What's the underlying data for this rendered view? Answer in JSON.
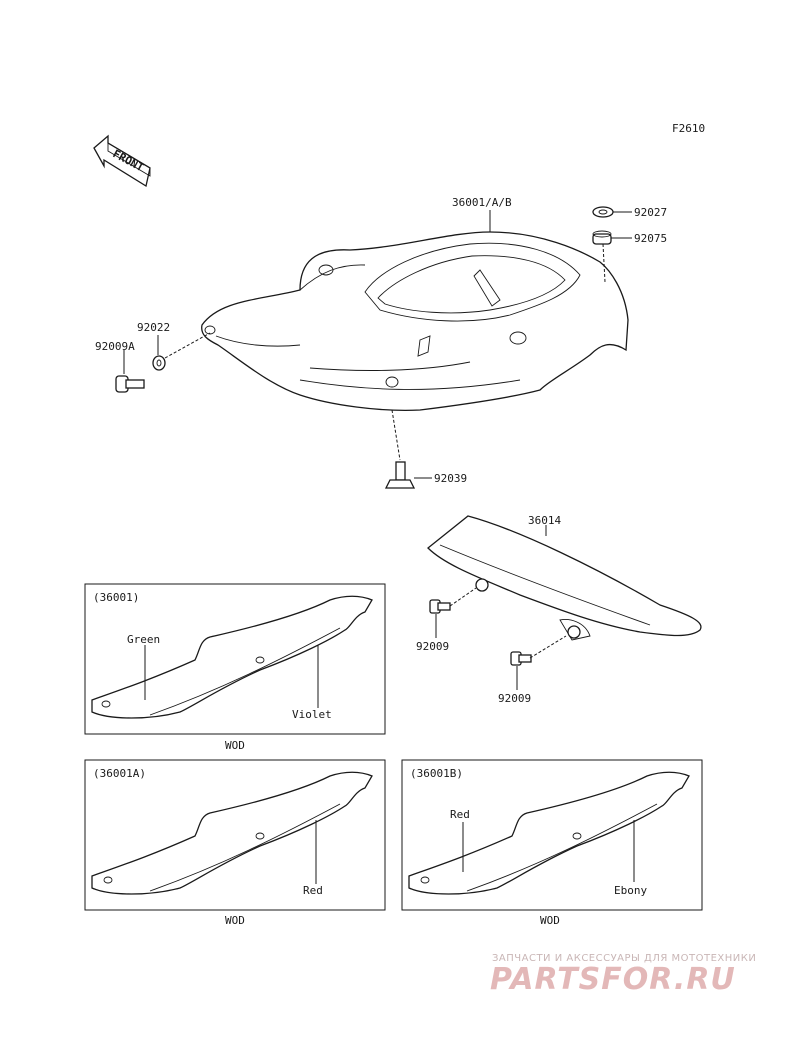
{
  "figure_code": "F2610",
  "front_arrow_label": "FRONT",
  "main_parts": {
    "cover_label": "36001/A/B",
    "part_92027": "92027",
    "part_92075": "92075",
    "part_92022": "92022",
    "part_92009A": "92009A",
    "part_92039": "92039",
    "part_36014": "36014",
    "part_92009_a": "92009",
    "part_92009_b": "92009"
  },
  "variants": [
    {
      "code": "(36001)",
      "label_a": "Green",
      "label_b": "Violet",
      "footer": "WOD"
    },
    {
      "code": "(36001A)",
      "label_a": "Red",
      "footer": "WOD"
    },
    {
      "code": "(36001B)",
      "label_a": "Red",
      "label_b": "Ebony",
      "footer": "WOD"
    }
  ],
  "watermark": {
    "subtitle": "ЗАПЧАСТИ И АКСЕССУАРЫ ДЛЯ МОТОТЕХНИКИ",
    "brand": "PARTSFOR.RU"
  }
}
